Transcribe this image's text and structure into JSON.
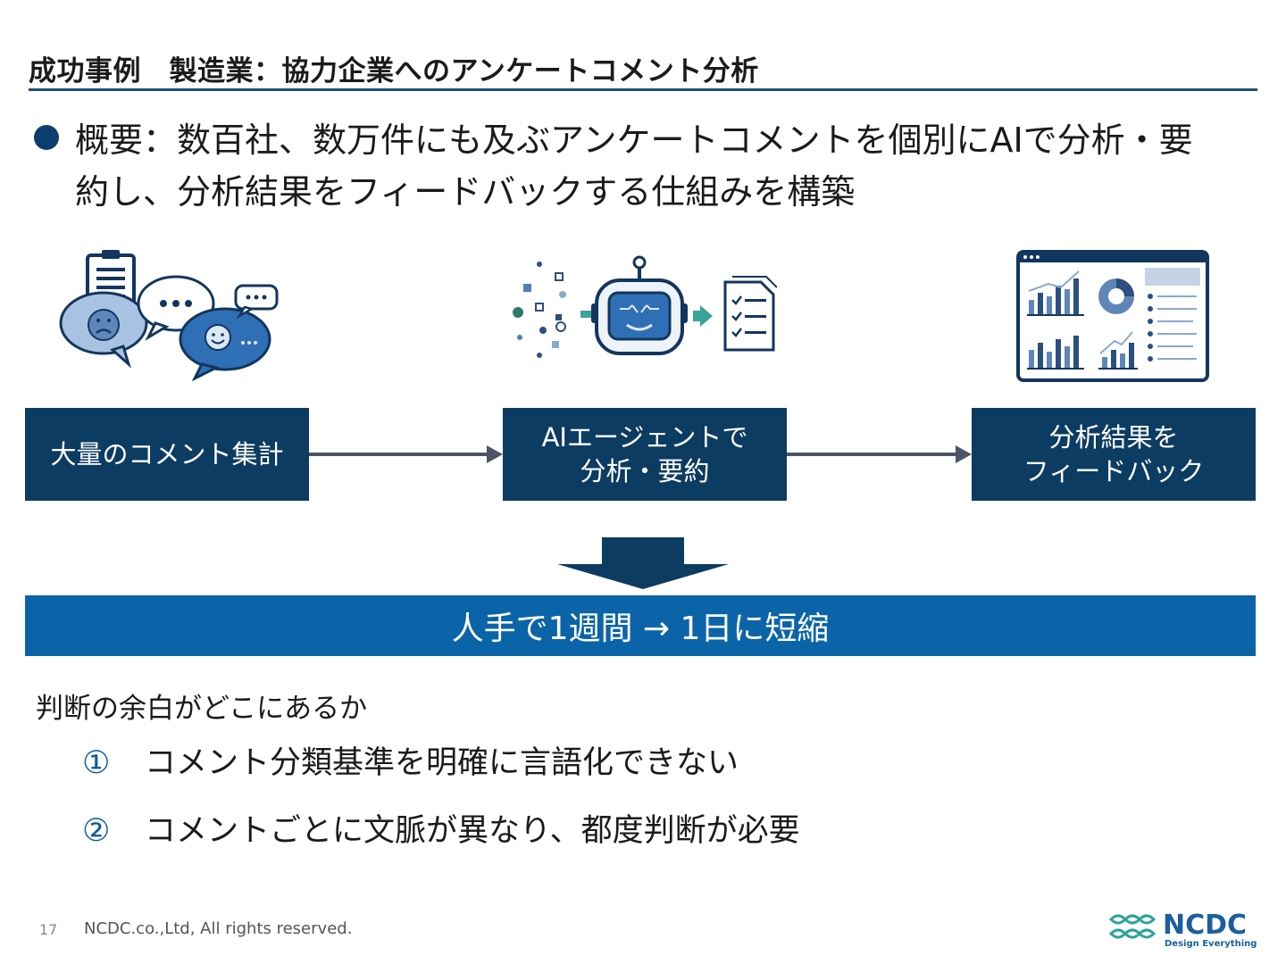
{
  "slide": {
    "title": "成功事例　製造業：協力企業へのアンケートコメント分析",
    "summary_line1": "概要：数百社、数万件にも及ぶアンケートコメントを個別にAIで分析・要",
    "summary_line2": "約し、分析結果をフィードバックする仕組みを構築"
  },
  "flow": {
    "steps": [
      {
        "line1": "大量のコメント集計",
        "line2": ""
      },
      {
        "line1": "AIエージェントで",
        "line2": "分析・要約"
      },
      {
        "line1": "分析結果を",
        "line2": "フィードバック"
      }
    ],
    "icons": [
      "survey-chat-icon",
      "ai-robot-icon",
      "dashboard-icon"
    ]
  },
  "result": {
    "text": "人手で1週間 → 1日に短縮"
  },
  "judgement": {
    "heading": "判断の余白がどこにあるか",
    "points": [
      {
        "num": "①",
        "text": "コメント分類基準を明確に言語化できない"
      },
      {
        "num": "②",
        "text": "コメントごとに文脈が異なり、都度判断が必要"
      }
    ]
  },
  "footer": {
    "page": "17",
    "copyright": "NCDC.co.,Ltd, All rights reserved.",
    "logo_text": "NCDC",
    "logo_tagline": "Design Everything"
  },
  "colors": {
    "accent_dark": "#0d3c62",
    "accent_blue": "#0b64a8",
    "title_rule": "#1b4f7a"
  }
}
